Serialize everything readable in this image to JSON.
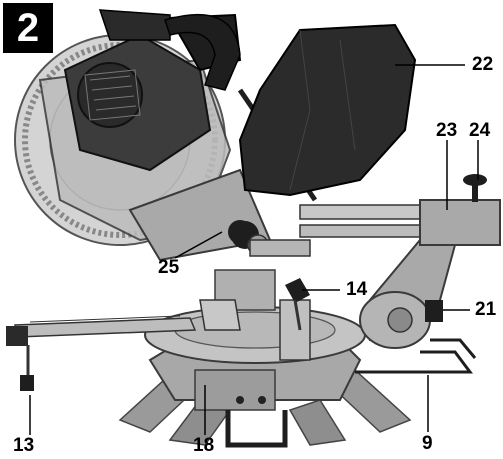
{
  "figure": {
    "number": "2",
    "callouts": {
      "c22": "22",
      "c23": "23",
      "c24": "24",
      "c25": "25",
      "c14": "14",
      "c21": "21",
      "c13": "13",
      "c18": "18",
      "c9": "9"
    }
  },
  "colors": {
    "metal_light": "#cfcfcf",
    "metal_mid": "#a8a8a8",
    "metal_dark": "#5a5a5a",
    "black_parts": "#1e1e1e",
    "dust_bag": "#2b2b2b",
    "badge_bg": "#000000",
    "badge_text": "#ffffff"
  }
}
